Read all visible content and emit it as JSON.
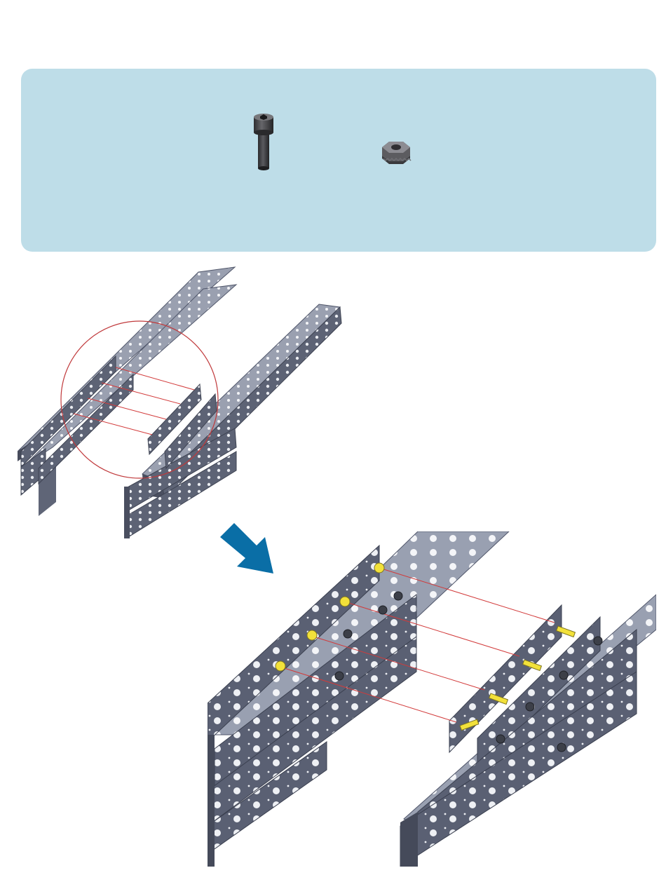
{
  "page": {
    "background": "#ffffff"
  },
  "parts_panel": {
    "background": "#bedde8",
    "parts": [
      {
        "name": "socket-head-screw",
        "icon": "screw-icon",
        "color": "#3a3a3e"
      },
      {
        "name": "keps-nut",
        "icon": "nut-icon",
        "color": "#8a8a90"
      }
    ]
  },
  "figures": {
    "overview": {
      "highlight": "red-circle",
      "circle_color": "#c0393b"
    },
    "detail": {
      "screw_color": "#f2e13a",
      "guide_line_color": "#d23a3a"
    },
    "arrow": {
      "color": "#0a6ea6",
      "direction": "down-right"
    }
  }
}
